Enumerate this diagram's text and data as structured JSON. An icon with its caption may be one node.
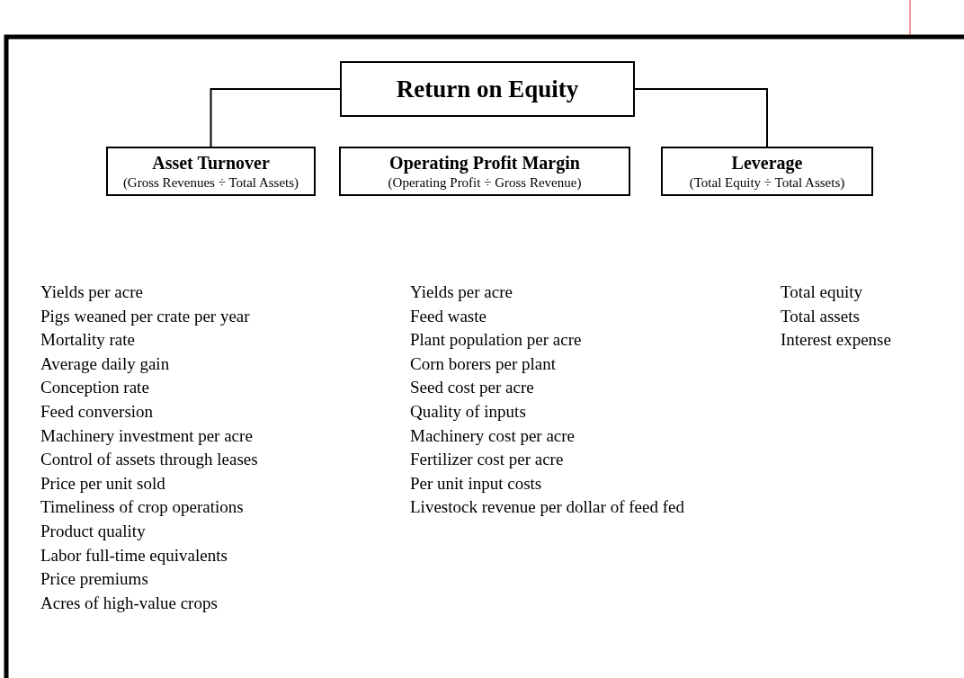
{
  "diagram": {
    "nodes": [
      {
        "text": [
          "Return on Equity"
        ]
      },
      {
        "text": [
          "Asset Turnover",
          "(Gross Revenues ÷ Total Assets)"
        ]
      },
      {
        "text": [
          "Operating Profit Margin",
          "(Operating Profit ÷ Gross Revenue)"
        ]
      },
      {
        "text": [
          "Leverage",
          "(Total Equity ÷ Total Assets)"
        ]
      }
    ],
    "edges": [
      {
        "from": 0,
        "to": 1,
        "arrow": "none"
      },
      {
        "from": 0,
        "to": 3,
        "arrow": "none"
      }
    ],
    "labels": [
      "Yields per acre",
      "Pigs weaned per crate per year",
      "Mortality rate",
      "Average daily gain",
      "Conception rate",
      "Feed conversion",
      "Machinery investment per acre",
      "Control of assets through leases",
      "Price per unit sold",
      "Timeliness of crop operations",
      "Product quality",
      "Labor full-time equivalents",
      "Price premiums",
      "Acres of high-value crops",
      "Yields per acre",
      "Feed waste",
      "Plant population per acre",
      "Corn borers per plant",
      "Seed cost per acre",
      "Quality of inputs",
      "Machinery cost per acre",
      "Fertilizer cost per acre",
      "Per unit input costs",
      "Livestock revenue per dollar of feed fed",
      "Total equity",
      "Total assets",
      "Interest expense"
    ]
  }
}
